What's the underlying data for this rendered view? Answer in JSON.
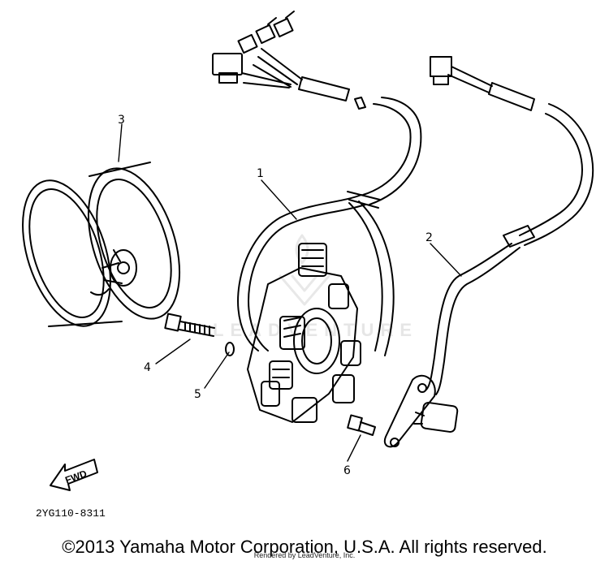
{
  "callouts": {
    "c1": "1",
    "c2": "2",
    "c3": "3",
    "c4": "4",
    "c5": "5",
    "c6": "6"
  },
  "fwd_label": "FWD",
  "part_code": "2YG110-8311",
  "watermark_text": "LEADVENTURE",
  "copyright": "©2013 Yamaha Motor Corporation, U.S.A. All rights reserved.",
  "rendered_by": "Rendered by LeadVenture, Inc.",
  "colors": {
    "line": "#000000",
    "background": "#ffffff",
    "watermark": "#e6e6e6"
  }
}
